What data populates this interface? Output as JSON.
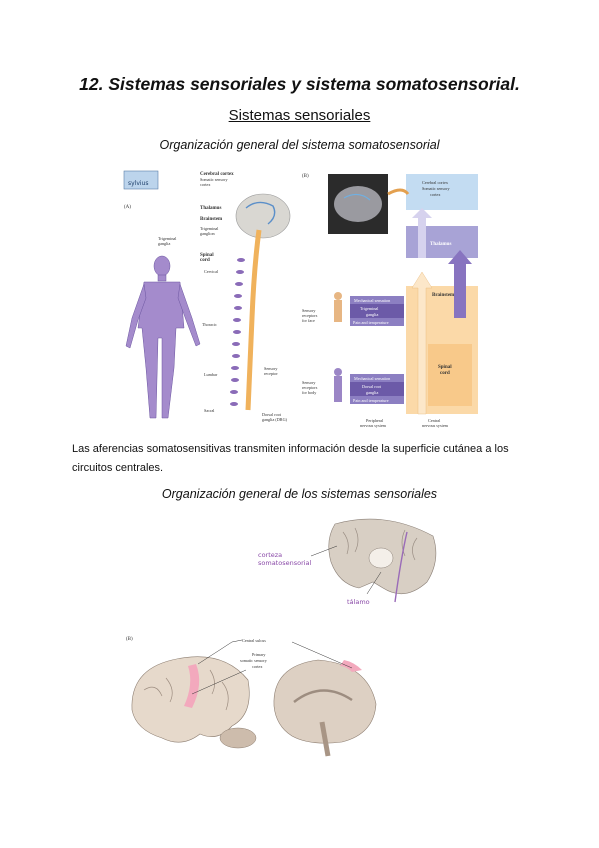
{
  "doc": {
    "title": "12. Sistemas sensoriales y sistema somatosensorial.",
    "section": "Sistemas sensoriales",
    "subtitle1": "Organización general del sistema somatosensorial",
    "paragraph": "Las aferencias somatosensitivas transmiten información desde la superficie cutánea a los circuitos centrales.",
    "subtitle2": "Organización general de los sistemas sensoriales"
  },
  "figA": {
    "logo": "sylvius",
    "panel": "(A)",
    "labels": {
      "cerebral_cortex": "Cerebral cortex",
      "somatic_sensory": "Somatic sensory",
      "cortex": "cortex",
      "thalamus": "Thalamus",
      "brainstem": "Brainstem",
      "trigeminal": "Trigeminal",
      "ganglion": "ganglion",
      "trigeminal_ganglia": "Trigeminal",
      "ganglia": "ganglia",
      "spinal": "Spinal",
      "cord": "cord",
      "cervical": "Cervical",
      "thoracic": "Thoracic",
      "lumbar": "Lumbar",
      "sacral": "Sacral",
      "sensory": "Sensory",
      "receptor": "receptor",
      "dorsal_root": "Dorsal root",
      "ganglia_drg": "ganglia (DRG)"
    }
  },
  "figB": {
    "panel": "(B)",
    "cortex_box": [
      "Cerebral cortex",
      "Somatic sensory",
      "cortex"
    ],
    "thalamus": "Thalamus",
    "brainstem": "Brainstem",
    "spinal_cord": [
      "Spinal",
      "cord"
    ],
    "face_receptor": [
      "Sensory",
      "receptors",
      "for face"
    ],
    "body_receptor": [
      "Sensory",
      "receptors",
      "for body"
    ],
    "mech_face": "Mechanical sensation",
    "trig_ganglia": [
      "Trigeminal",
      "ganglia"
    ],
    "pain_face": "Pain and temperature",
    "mech_body": "Mechanical sensation",
    "drg": [
      "Dorsal root",
      "ganglia"
    ],
    "pain_body": "Pain and temperature",
    "pns": [
      "Peripheral",
      "nervous system"
    ],
    "cns": [
      "Central",
      "nervous system"
    ]
  },
  "figC": {
    "label_cortex": [
      "corteza",
      "somatosensorial"
    ],
    "label_thalamus": "tálamo"
  },
  "figD": {
    "panel": "(B)",
    "central_sulcus": "Central sulcus",
    "primary": [
      "Primary",
      "somatic sensory",
      "cortex"
    ]
  },
  "colors": {
    "purple": "#8a6bb8",
    "orange": "#f4b860",
    "blue": "#6aa9d8",
    "pink": "#e8a3b7"
  }
}
